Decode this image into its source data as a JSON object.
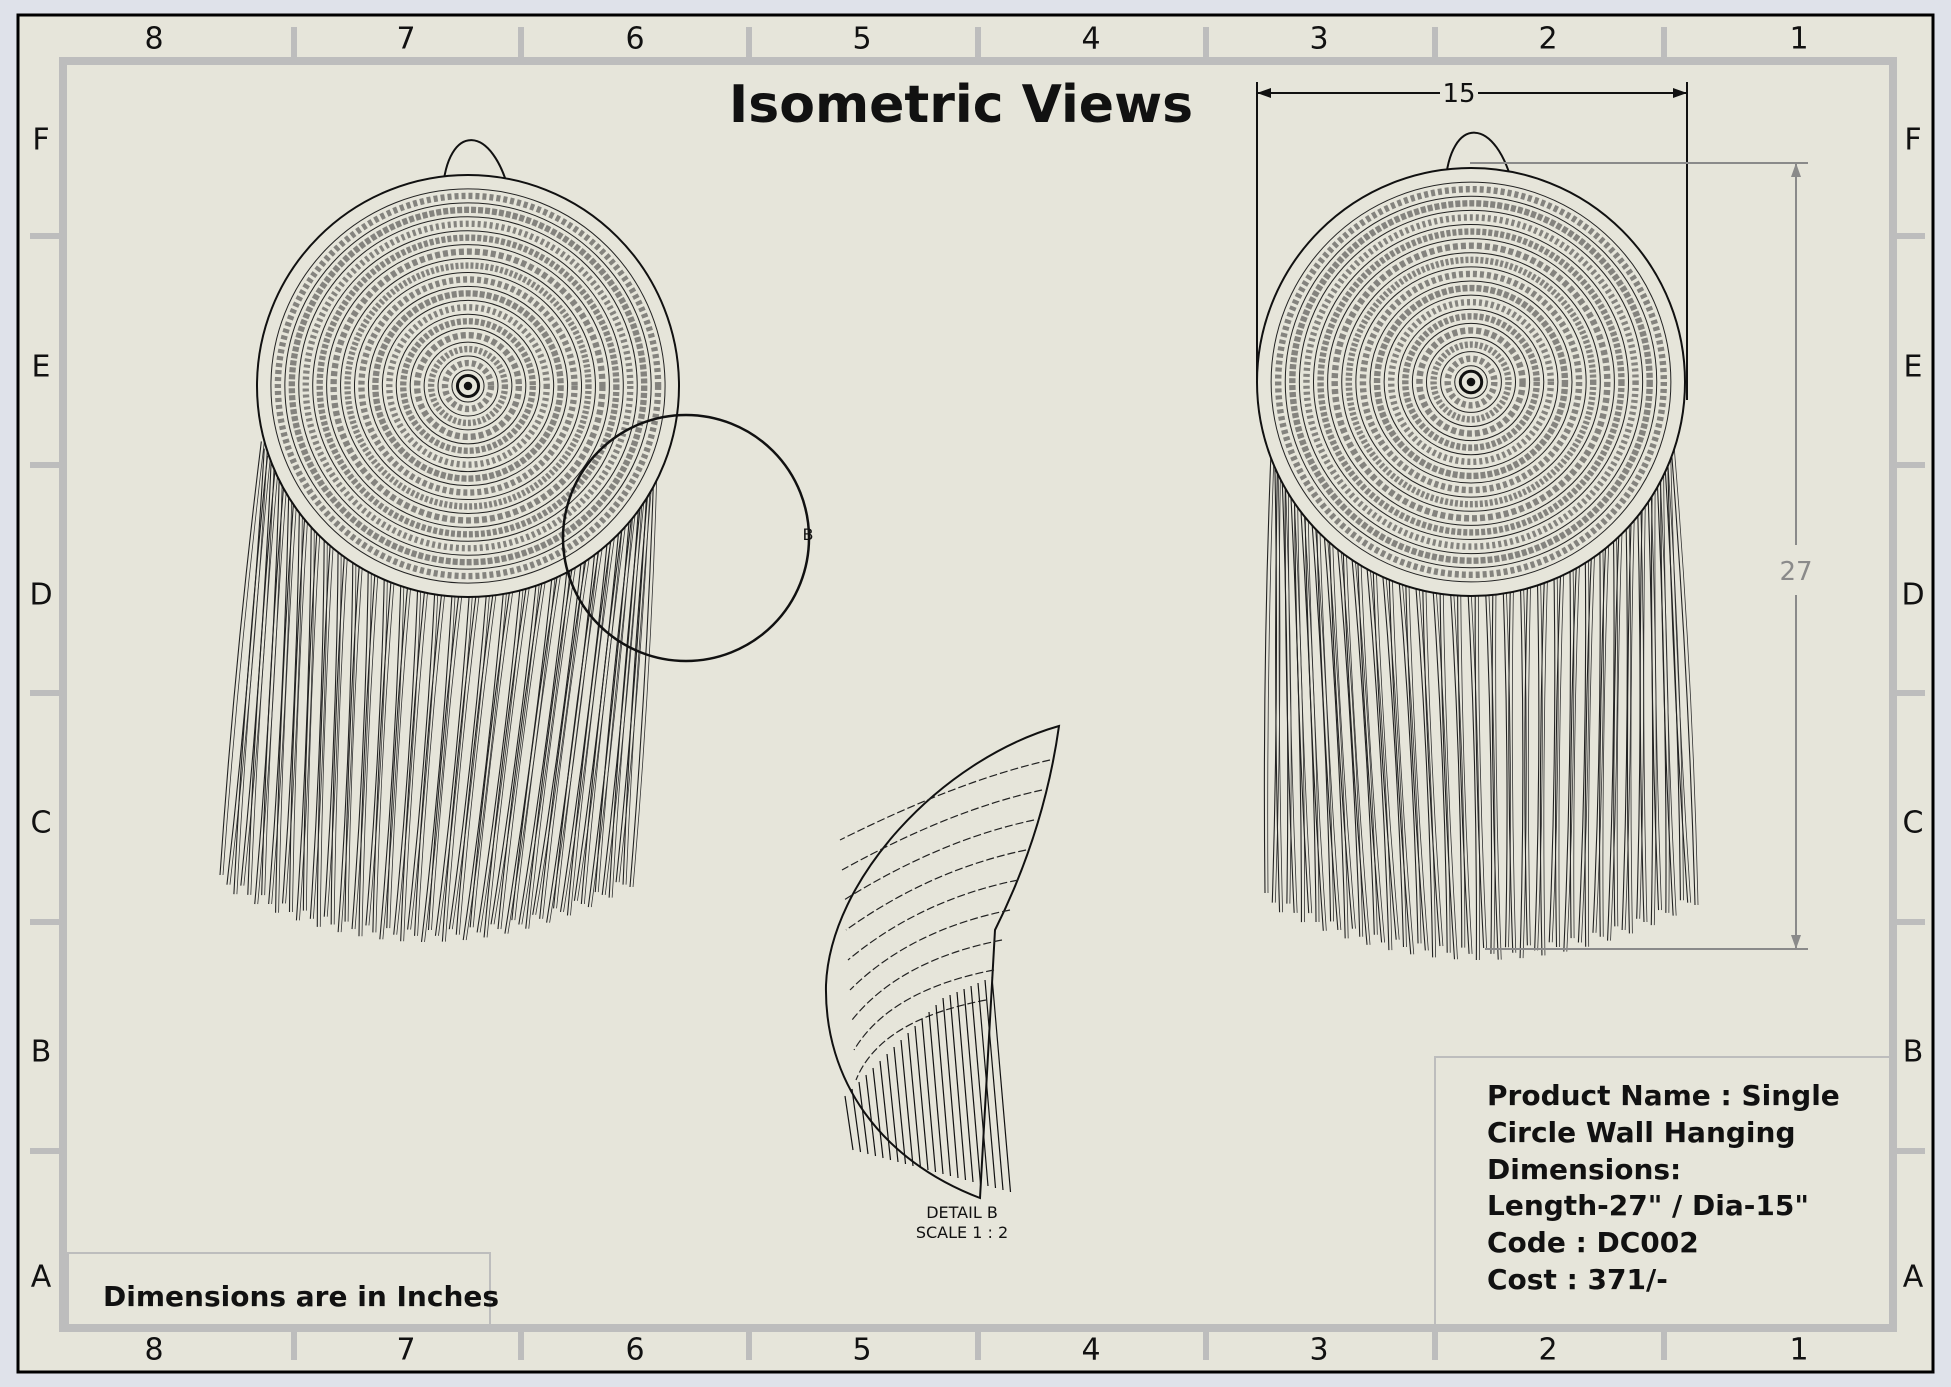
{
  "sheet": {
    "title": "Isometric Views",
    "column_labels": [
      "8",
      "7",
      "6",
      "5",
      "4",
      "3",
      "2",
      "1"
    ],
    "row_labels": [
      "F",
      "E",
      "D",
      "C",
      "B",
      "A"
    ],
    "units_note": "Dimensions are in Inches"
  },
  "views": {
    "detail_marker": "B",
    "detail_label": "DETAIL B",
    "detail_scale": "SCALE 1 : 2",
    "dimension_width": "15",
    "dimension_length": "27"
  },
  "title_block": {
    "lines": [
      "Product Name : Single",
      "Circle Wall Hanging",
      "Dimensions:",
      "Length-27\" / Dia-15\"",
      "Code : DC002",
      "Cost : 371/-"
    ]
  },
  "colors": {
    "paper": "#e6e5da",
    "frame": "#bdbdbd",
    "ink": "#111111",
    "dimension": "#8a8a8a"
  }
}
